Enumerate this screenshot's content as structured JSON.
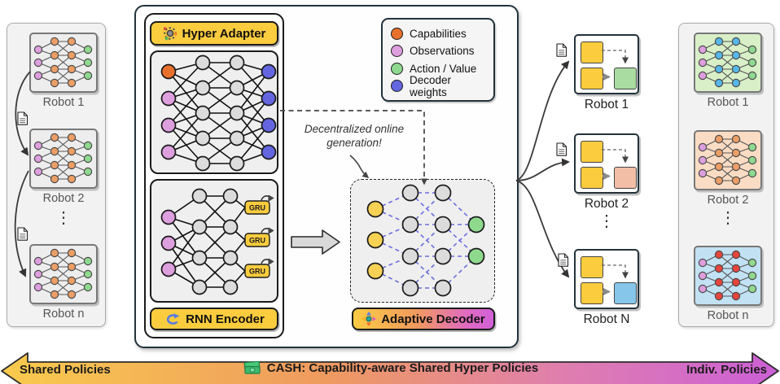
{
  "left_panel": {
    "robots": [
      {
        "label": "Robot 1"
      },
      {
        "label": "Robot 2"
      },
      {
        "label": "Robot n"
      }
    ],
    "ellipsis": "⋮",
    "hidden_color": "#EB9E66",
    "thumb_bg": "#EDEDED"
  },
  "center_panel": {
    "hyper_adapter_label": "Hyper Adapter",
    "rnn_encoder_label": "RNN Encoder",
    "adaptive_decoder_label": "Adaptive Decoder",
    "gru_label": "GRU",
    "annotation_line1": "Decentralized online",
    "annotation_line2": "generation!",
    "legend": {
      "items": [
        {
          "label": "Capabilities",
          "color": "#E8702D"
        },
        {
          "label": "Observations",
          "color": "#DE9FDE"
        },
        {
          "label": "Action / Value",
          "color": "#8FD98F"
        },
        {
          "label": "Decoder weights",
          "color": "#6466E0"
        }
      ]
    }
  },
  "output_column": {
    "robots": [
      {
        "label": "Robot 1",
        "result_color": "#A9DCA0"
      },
      {
        "label": "Robot 2",
        "result_color": "#F2BFA6"
      },
      {
        "label": "Robot N",
        "result_color": "#85C6EA"
      }
    ],
    "ellipsis": "⋮"
  },
  "right_panel": {
    "robots": [
      {
        "label": "Robot 1",
        "bg": "#D8EFC8",
        "hidden_color": "#56B7E8"
      },
      {
        "label": "Robot 2",
        "bg": "#FADCC4",
        "hidden_color": "#EB9E66"
      },
      {
        "label": "Robot n",
        "bg": "#C2E2F4",
        "hidden_color": "#E4453C"
      }
    ],
    "ellipsis": "⋮"
  },
  "banner": {
    "left": "Shared Policies",
    "center": "CASH: Capability-aware Shared Hyper Policies",
    "right": "Indiv. Policies"
  },
  "colors": {
    "capability": "#E8702D",
    "observation": "#DE9FDE",
    "action_value": "#8FD98F",
    "decoder_weights": "#6466E0",
    "hidden_gray": "#DCDCDC",
    "decoder_input": "#F7D154",
    "accent_yellow": "#FACC3E",
    "banner_gradient": [
      "#F9CB4D",
      "#EF9A60",
      "#DF7FAE",
      "#CC5FD6"
    ]
  }
}
